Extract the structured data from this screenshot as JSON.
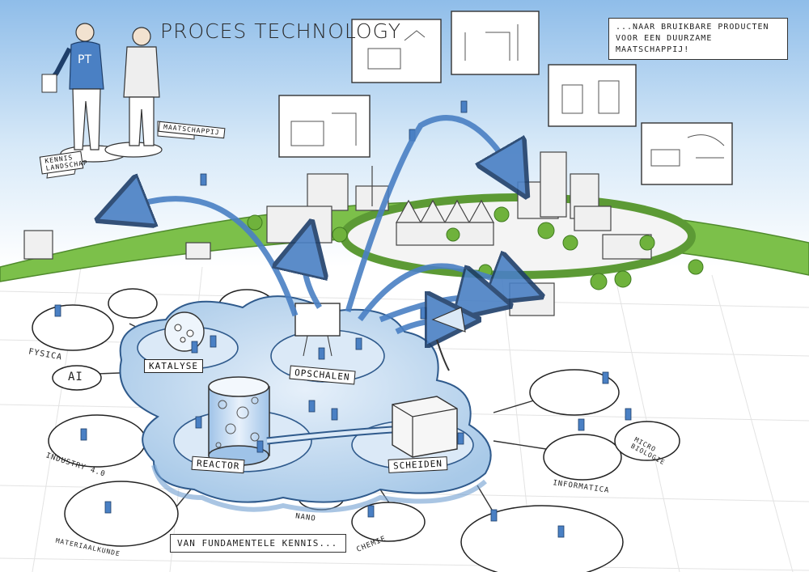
{
  "title": "PROCES TECHNOLOGY",
  "top_note": "...NAAR BRUIKBARE PRODUCTEN VOOR EEN DUURZAME MAATSCHAPPIJ!",
  "bottom_note": "VAN FUNDAMENTELE KENNIS...",
  "figure_shirt": "PT",
  "signposts": {
    "kennislandschap": "KENNIS LANDSCHAP",
    "maatschappij": "MAATSCHAPPIJ"
  },
  "cloud_labels": {
    "katalyse": "KATALYSE",
    "opschalen": "OPSCHALEN",
    "reactor": "REACTOR",
    "scheiden": "SCHEIDEN"
  },
  "disciplines": {
    "fysica": "FYSICA",
    "ai": "AI",
    "industry": "INDUSTRY 4.0",
    "materiaalkunde": "MATERIAALKUNDE",
    "nano": "NANO",
    "chemie": "CHEMIE",
    "informatica": "INFORMATICA",
    "microbiologie": "MICRO BIOLOGIE"
  },
  "colors": {
    "accent_blue": "#4a80c4",
    "cloud_blue": "#c5dcef",
    "sky_blue": "#a9cdee",
    "grass_green": "#7cc04a",
    "ink": "#222222"
  }
}
